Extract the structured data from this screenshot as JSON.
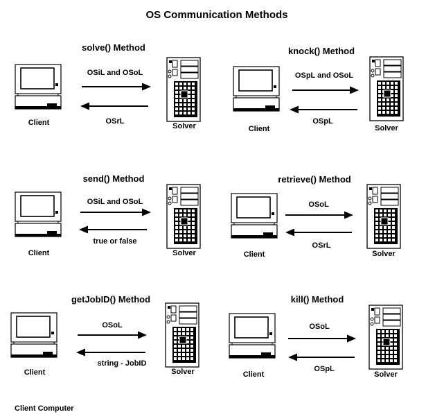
{
  "title": "OS Communication Methods",
  "footer": "Client Computer",
  "labels": {
    "client": "Client",
    "solver": "Solver"
  },
  "panels": [
    {
      "method": "solve() Method",
      "request": "OSiL and OSoL",
      "response": "OSrL"
    },
    {
      "method": "knock() Method",
      "request": "OSpL and OSoL",
      "response": "OSpL"
    },
    {
      "method": "send() Method",
      "request": "OSiL and OSoL",
      "response": "true or false"
    },
    {
      "method": "retrieve() Method",
      "request": "OSoL",
      "response": "OSrL"
    },
    {
      "method": "getJobID() Method",
      "request": "OSoL",
      "response": "string - JobID"
    },
    {
      "method": "kill() Method",
      "request": "OSoL",
      "response": "OSpL"
    }
  ]
}
